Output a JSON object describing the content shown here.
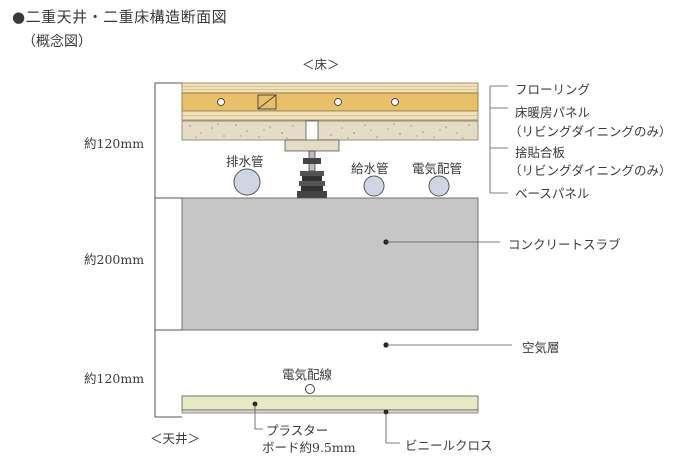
{
  "title": "●二重天井・二重床構造断面図",
  "subtitle": "（概念図）",
  "floor_tag": "＜床＞",
  "ceiling_tag": "＜天井＞",
  "dimensions": {
    "upper": "約120mm",
    "middle": "約200mm",
    "lower": "約120mm"
  },
  "right_labels": {
    "flooring": "フローリング",
    "heating_panel": "床暖房パネル",
    "heating_panel_note": "（リビングダイニングのみ）",
    "plywood": "捨貼合板",
    "plywood_note": "（リビングダイニングのみ）",
    "base_panel": "ベースパネル",
    "concrete_slab": "コンクリートスラブ",
    "air_layer": "空気層",
    "vinyl_cloth": "ビニールクロス"
  },
  "pipe_labels": {
    "drain": "排水管",
    "water_supply": "給水管",
    "electric_conduit": "電気配管",
    "electric_wiring": "電気配線"
  },
  "plaster_board": {
    "line1": "プラスター",
    "line2": "ボード約9.5mm"
  },
  "colors": {
    "flooring_wood": "#f1e2b9",
    "heating_panel": "#e8c06a",
    "base_panel": "#e4dcc6",
    "concrete": "#c6c6c6",
    "pipe": "#cfd6e3",
    "plaster": "#e6e9c4",
    "line": "#555555"
  }
}
